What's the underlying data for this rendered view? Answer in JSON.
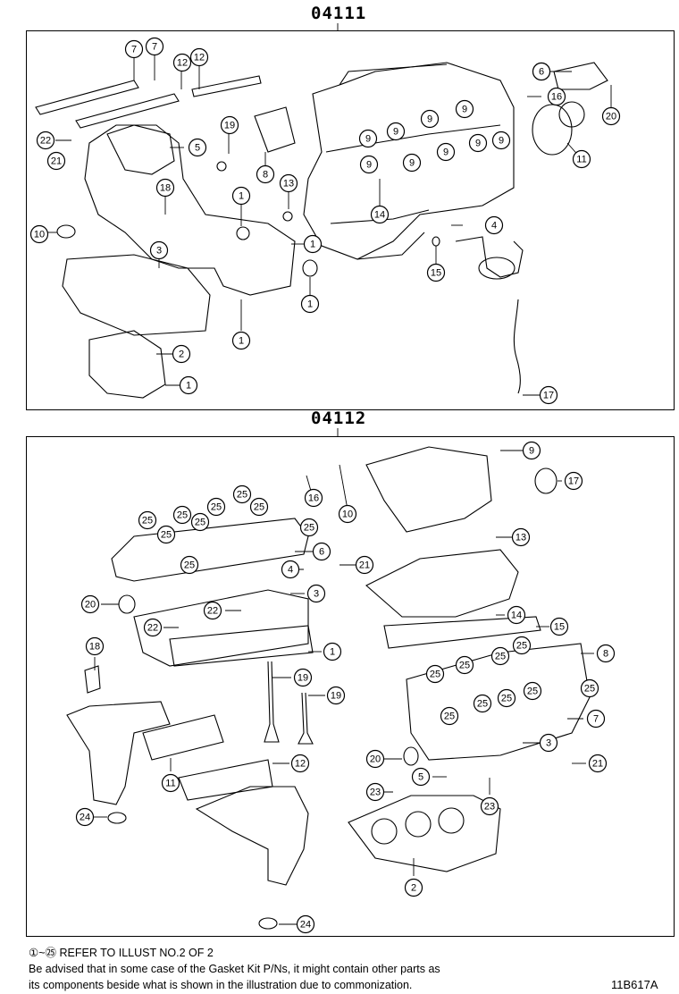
{
  "sections": [
    {
      "code": "04111"
    },
    {
      "code": "04112"
    }
  ],
  "callouts_top": [
    "1",
    "1",
    "1",
    "1",
    "1",
    "2",
    "3",
    "4",
    "5",
    "6",
    "7",
    "7",
    "8",
    "9",
    "9",
    "9",
    "9",
    "9",
    "9",
    "9",
    "9",
    "9",
    "9",
    "10",
    "11",
    "12",
    "12",
    "13",
    "14",
    "15",
    "16",
    "17",
    "18",
    "19",
    "20",
    "21",
    "22"
  ],
  "callouts_bottom": [
    "1",
    "2",
    "3",
    "3",
    "4",
    "5",
    "6",
    "7",
    "8",
    "9",
    "10",
    "11",
    "12",
    "13",
    "14",
    "15",
    "16",
    "17",
    "18",
    "19",
    "19",
    "20",
    "20",
    "21",
    "21",
    "22",
    "22",
    "23",
    "23",
    "24",
    "24",
    "25",
    "25",
    "25",
    "25",
    "25",
    "25",
    "25",
    "25",
    "25",
    "25",
    "25",
    "25",
    "25",
    "25",
    "25",
    "25",
    "25"
  ],
  "footer": {
    "refer_prefix": "①~㉕",
    "refer_text": "REFER TO ILLUST NO.2 OF 2",
    "notice_line1": "Be advised that in some case of the Gasket Kit P/Ns,  it might contain other parts as",
    "notice_line2": "its components beside what is shown in the illustration due to commonization.",
    "figure_code": "11B617A"
  }
}
